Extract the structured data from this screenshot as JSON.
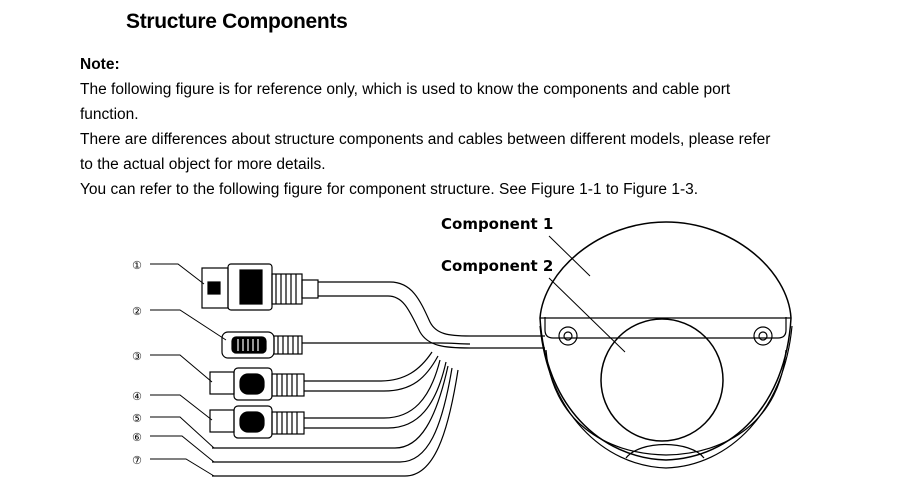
{
  "doc": {
    "title": "Structure Components",
    "note_heading": "Note:",
    "note_lines": [
      "The following figure is for reference only, which is used to know the components and cable port",
      "function.",
      "There are differences about structure components and cables between different models, please refer",
      "to the actual object for more details.",
      "You can refer to the following figure for component structure. See Figure 1-1 to Figure 1-3."
    ]
  },
  "figure": {
    "component_labels": [
      "Component 1",
      "Component 2"
    ],
    "cable_numbers": [
      "①",
      "②",
      "③",
      "④",
      "⑤",
      "⑥",
      "⑦"
    ]
  }
}
